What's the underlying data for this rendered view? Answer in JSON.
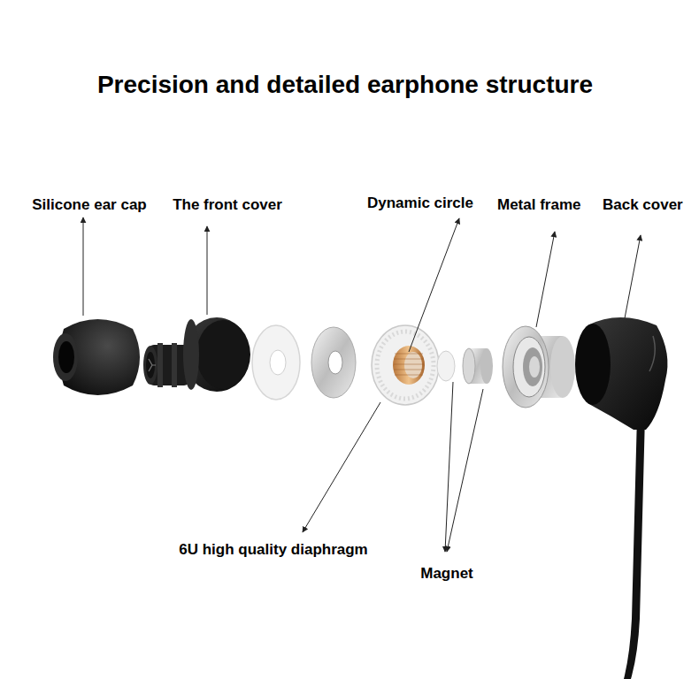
{
  "diagram": {
    "title": "Precision and detailed earphone structure",
    "labels": [
      "Silicone ear cap",
      "The front cover",
      "Dynamic circle",
      "Metal frame",
      "Back cover",
      "6U high quality diaphragm",
      "Magnet"
    ]
  }
}
